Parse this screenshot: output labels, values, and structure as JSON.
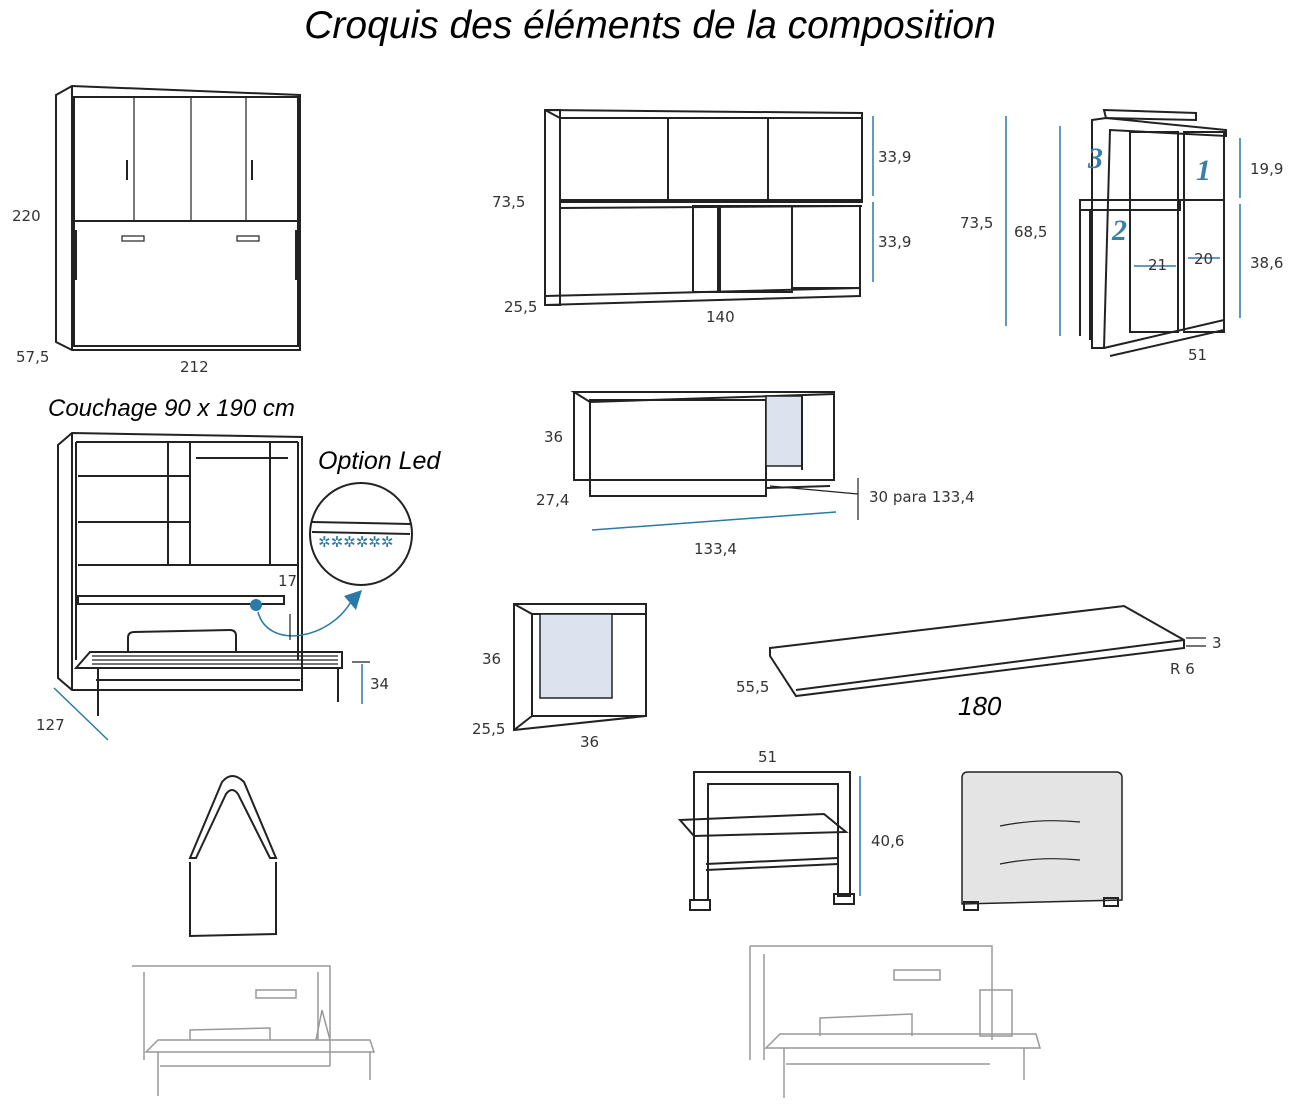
{
  "title": "Croquis des éléments de la composition",
  "wardrobe_bed": {
    "height": "220",
    "width": "212",
    "depth": "57,5"
  },
  "bed_open": {
    "caption": "Couchage 90 x 190 cm",
    "option": "Option Led",
    "shelf_height": "17",
    "leg_height": "34",
    "depth": "127"
  },
  "shelf_unit": {
    "height": "73,5",
    "depth": "25,5",
    "width": "140",
    "upper_height": "33,9",
    "lower_height": "33,9"
  },
  "corner_unit": {
    "total_height": "73,5",
    "inner_height": "68,5",
    "top_height": "19,9",
    "bottom_height": "38,6",
    "width_left": "21",
    "width_right": "20",
    "depth": "51",
    "label_1": "1",
    "label_2": "2",
    "label_3": "3"
  },
  "wall_cabinet": {
    "height": "36",
    "depth": "27,4",
    "width": "133,4",
    "option": "30 para 133,4"
  },
  "cube": {
    "height": "36",
    "depth": "25,5",
    "width": "36"
  },
  "board": {
    "depth": "55,5",
    "length": "180",
    "thickness": "3",
    "radius": "R 6"
  },
  "desk_frame": {
    "width": "51",
    "height": "40,6"
  }
}
